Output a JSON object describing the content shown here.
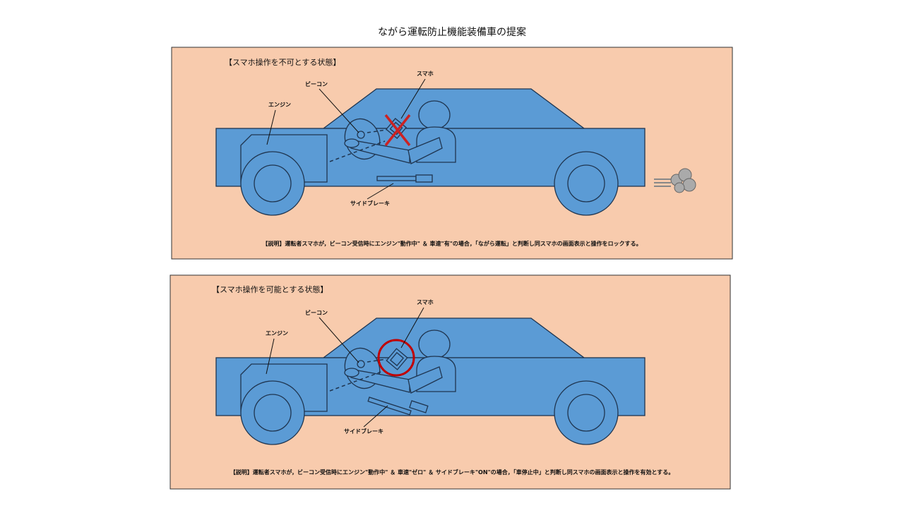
{
  "title": "ながら運転防止機能装備車の提案",
  "panels": [
    {
      "heading": "【スマホ操作を不可とする状態】",
      "labels": {
        "smartphone": "スマホ",
        "beacon": "ビーコン",
        "engine": "エンジン",
        "side_brake": "サイドブレーキ"
      },
      "phone_mark": "x-mark",
      "description": "【説明】運転者スマホが，ビーコン受信時にエンジン\"動作中\" ＆ 車速\"有\"の場合，「ながら運転」と判断し同スマホの画面表示と操作をロックする。"
    },
    {
      "heading": "【スマホ操作を可能とする状態】",
      "labels": {
        "smartphone": "スマホ",
        "beacon": "ビーコン",
        "engine": "エンジン",
        "side_brake": "サイドブレーキ"
      },
      "phone_mark": "circle-mark",
      "description": "【説明】運転者スマホが，ビーコン受信時にエンジン\"動作中\" ＆ 車速\"ゼロ\" ＆ サイドブレーキ\"ON\"の場合，「車停止中」と判断し同スマホの画面表示と操作を有効とする。"
    }
  ],
  "colors": {
    "panel": "#f8cbad",
    "car": "#5b9bd5",
    "mark": "#cc2222"
  }
}
